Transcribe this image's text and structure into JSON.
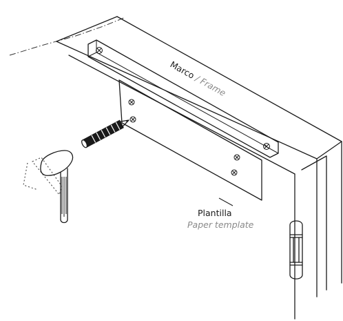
{
  "labels": {
    "frame_es": "Marco",
    "frame_sep": " / ",
    "frame_en": "Frame",
    "template_es": "Plantilla",
    "template_en": "Paper template"
  },
  "icons": [
    "screw-icon",
    "pencil-icon",
    "hinge-icon",
    "awl-tool-icon"
  ]
}
